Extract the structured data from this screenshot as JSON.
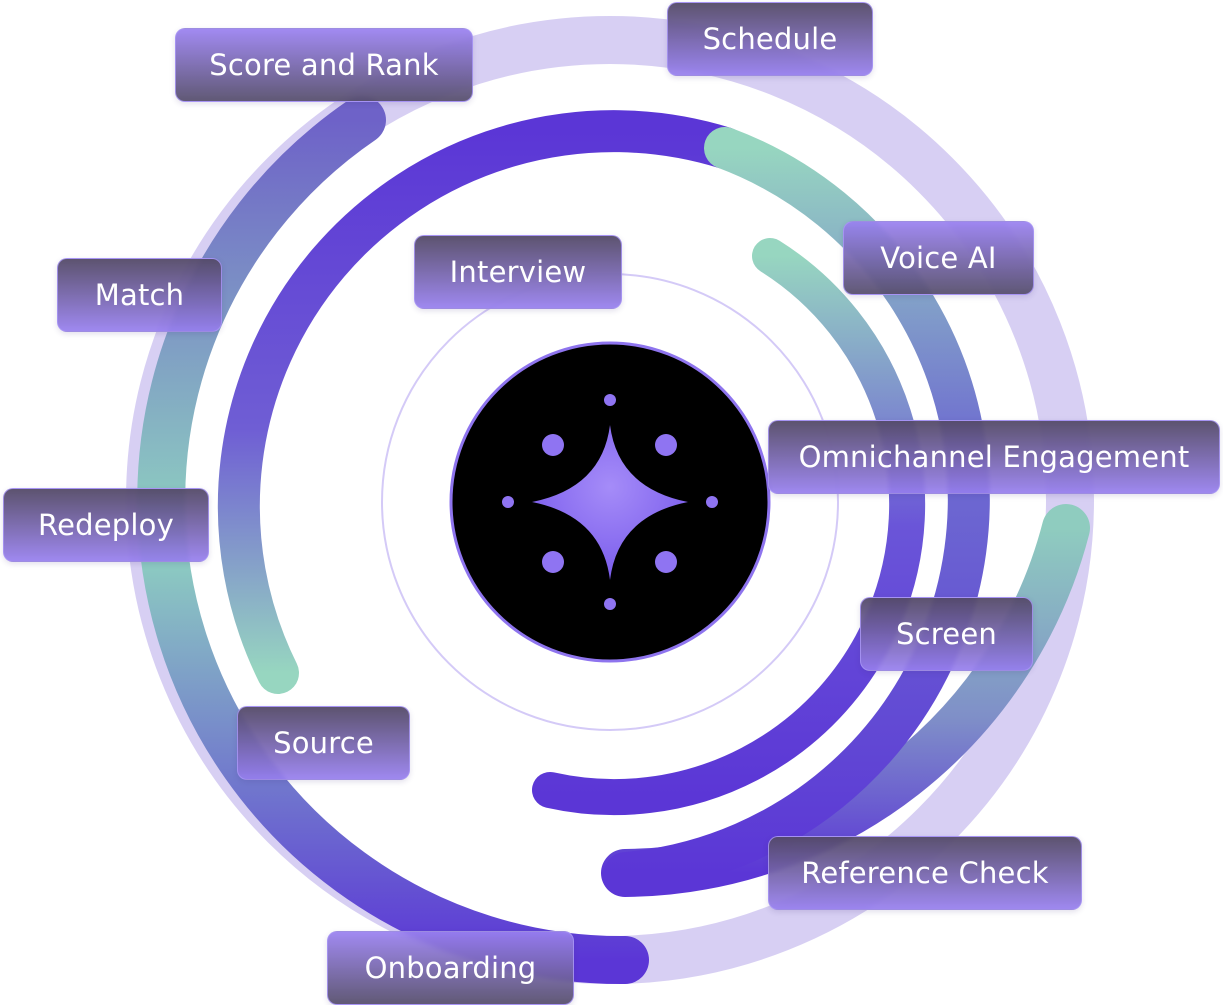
{
  "diagram": {
    "center_icon": "sparkle-star-icon",
    "colors": {
      "purple": "#5b36d6",
      "lavender": "#cfc4f2",
      "mint": "#97d6c0",
      "center_bg": "#000000",
      "star": "#8f74f2"
    },
    "stages": {
      "schedule": "Schedule",
      "score_rank": "Score and Rank",
      "voice_ai": "Voice AI",
      "interview": "Interview",
      "match": "Match",
      "omnichannel": "Omnichannel Engagement",
      "redeploy": "Redeploy",
      "screen": "Screen",
      "source": "Source",
      "reference_check": "Reference Check",
      "onboarding": "Onboarding"
    }
  }
}
